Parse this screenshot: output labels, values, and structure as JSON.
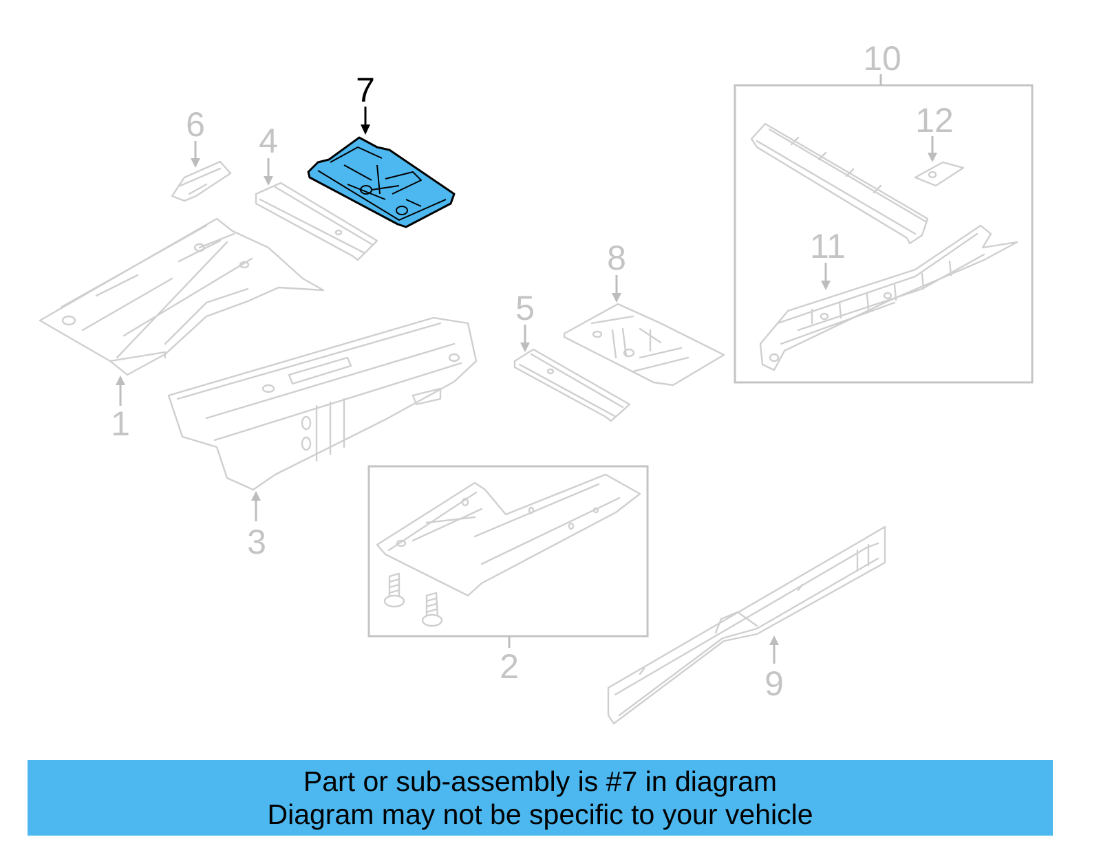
{
  "diagram": {
    "callouts": [
      "1",
      "2",
      "3",
      "4",
      "5",
      "6",
      "7",
      "8",
      "9",
      "10",
      "11",
      "12"
    ],
    "highlighted_callout": "7"
  },
  "banner": {
    "line1": "Part or sub-assembly is #7 in diagram",
    "line2": "Diagram may not be specific to your vehicle",
    "background_color": "#4db8f0"
  },
  "colors": {
    "highlight_part": "#4db8f0",
    "inactive_lines": "#c4c4c4",
    "active_lines": "#000000"
  }
}
